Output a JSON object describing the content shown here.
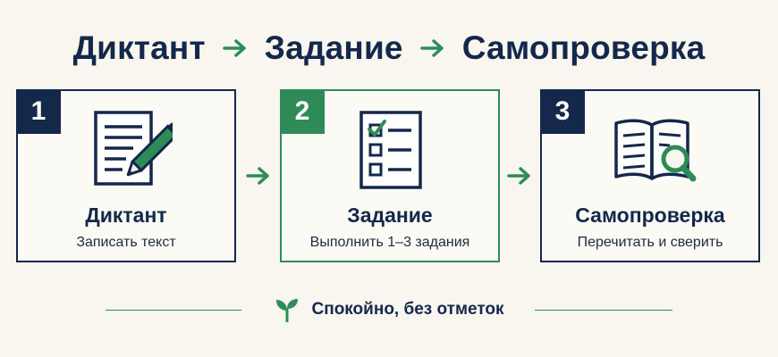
{
  "title": {
    "part1": "Диктант",
    "part2": "Задание",
    "part3": "Самопроверка"
  },
  "steps": [
    {
      "number": "1",
      "title": "Диктант",
      "subtitle": "Записать текст",
      "icon": "writing-document-pencil-icon"
    },
    {
      "number": "2",
      "title": "Задание",
      "subtitle": "Выполнить 1–3 задания",
      "icon": "checklist-icon"
    },
    {
      "number": "3",
      "title": "Самопроверка",
      "subtitle": "Перечитать и сверить",
      "icon": "open-book-magnifier-icon"
    }
  ],
  "footer": {
    "text": "Спокойно, без отметок",
    "icon": "sprout-icon"
  },
  "colors": {
    "navy": "#14284b",
    "green": "#2e8b57",
    "background": "#f8f6ef"
  }
}
